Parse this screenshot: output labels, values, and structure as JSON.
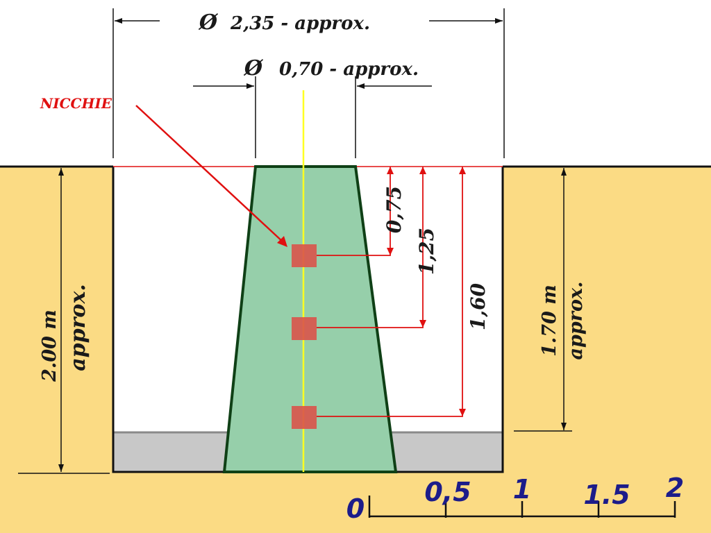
{
  "diameters": {
    "outer": "2,35 - approx.",
    "inner": "0,70 - approx.",
    "symbol": "Ø"
  },
  "niches_label": "NICCHIE",
  "depths": {
    "left": {
      "value": "2.00 m",
      "note": "approx."
    },
    "right": {
      "value": "1.70 m",
      "note": "approx."
    }
  },
  "niche_depths": [
    "0,75",
    "1,25",
    "1,60"
  ],
  "scale": {
    "labels": [
      "0",
      "0,5",
      "1",
      "1.5",
      "2"
    ]
  },
  "colors": {
    "soil": "#fbdb84",
    "hole": "#ffffff",
    "trunk_fill": "#96cfaa",
    "trunk_edge": "#0f4016",
    "gravel": "#c8c8c8",
    "niche": "#d9534a",
    "axis": "#ffff22",
    "dim_red": "#e01010",
    "label_red": "#e01010",
    "scale_blue": "#1c1c8a",
    "line_dark": "#111111"
  }
}
